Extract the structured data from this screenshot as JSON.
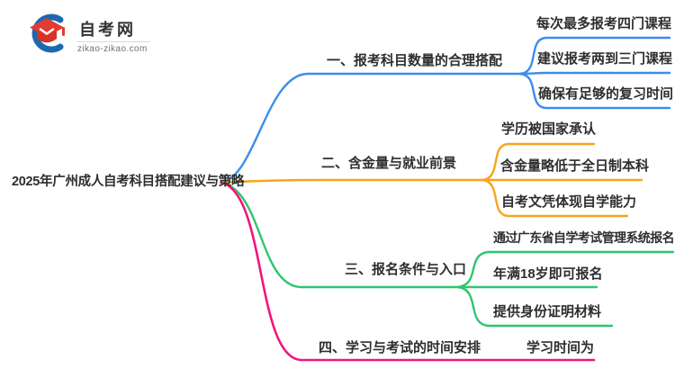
{
  "logo": {
    "title": "自考网",
    "domain": "zikao-zikao.com",
    "cap_color": "#e23c32",
    "swoosh_color": "#1d69b0"
  },
  "colors": {
    "blue": "#3d8deb",
    "orange": "#f7a41d",
    "green": "#2ec56f",
    "pink": "#f0157c",
    "text": "#2e2e2e"
  },
  "root": {
    "label": "2025年广州成人自考科目搭配建议与策略"
  },
  "branches": [
    {
      "label": "一、报考科目数量的合理搭配",
      "color": "#3d8deb",
      "children": [
        "每次最多报考四门课程",
        "建议报考两到三门课程",
        "确保有足够的复习时间"
      ]
    },
    {
      "label": "二、含金量与就业前景",
      "color": "#f7a41d",
      "children": [
        "学历被国家承认",
        "含金量略低于全日制本科",
        "自考文凭体现自学能力"
      ]
    },
    {
      "label": "三、报名条件与入口",
      "color": "#2ec56f",
      "children": [
        "通过广东省自学考试管理系统报名",
        "年满18岁即可报名",
        "提供身份证明材料"
      ]
    },
    {
      "label": "四、学习与考试的时间安排",
      "color": "#f0157c",
      "children": [
        "学习时间为"
      ]
    }
  ]
}
